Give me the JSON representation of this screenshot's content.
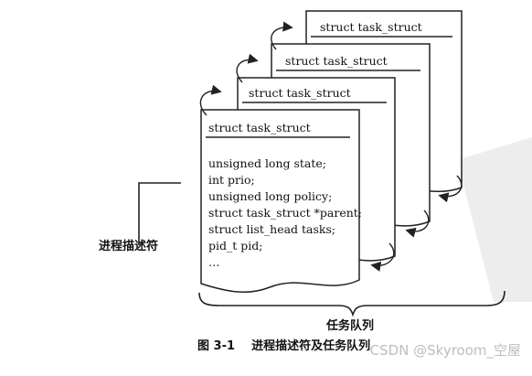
{
  "cards": [
    {
      "title": "struct task_struct"
    },
    {
      "title": "struct task_struct"
    },
    {
      "title": "struct task_struct"
    },
    {
      "title": "struct task_struct"
    }
  ],
  "fields": [
    "unsigned long state;",
    "int prio;",
    "unsigned long policy;",
    "struct task_struct *parent;",
    "struct list_head tasks;",
    "pid_t pid;",
    "…"
  ],
  "side_label": "进程描述符",
  "brace_label": "任务队列",
  "caption": "图 3-1    进程描述符及任务队列",
  "watermark": "CSDN @Skyroom_空屋"
}
